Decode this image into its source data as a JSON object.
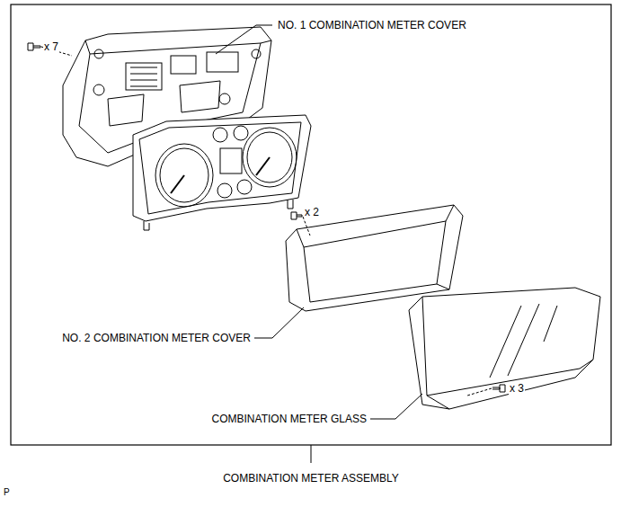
{
  "diagram": {
    "labels": [
      "NO. 1 COMBINATION METER COVER",
      "x 7",
      "x 2",
      "NO. 2 COMBINATION METER COVER",
      "x 3",
      "COMBINATION METER GLASS",
      "COMBINATION METER ASSEMBLY",
      "P"
    ]
  }
}
